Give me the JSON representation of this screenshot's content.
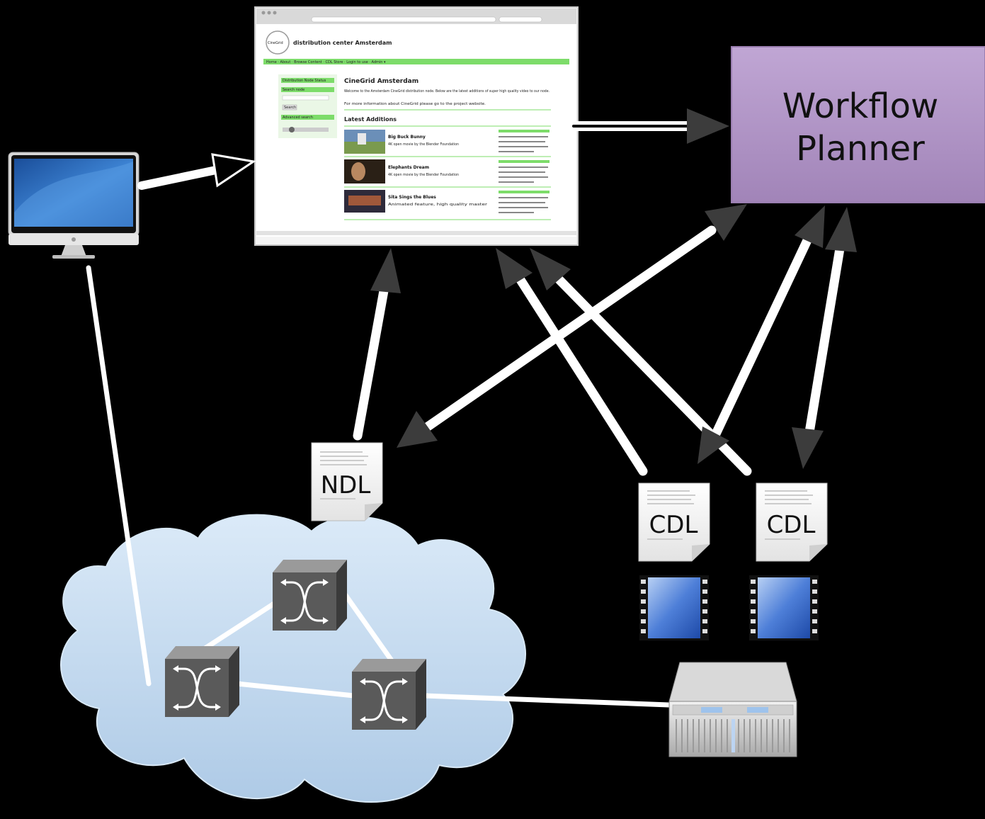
{
  "diagram": {
    "planner_label_line1": "Workflow",
    "planner_label_line2": "Planner",
    "ndl_label": "NDL",
    "cdl_label_1": "CDL",
    "cdl_label_2": "CDL",
    "colors": {
      "background": "#000000",
      "planner_fill": "#b498c8",
      "arrow": "#ffffff",
      "arrow_head": "#3c3c3c",
      "cloud": "#c6dcf0",
      "web_nav_green": "#7ddc6a"
    }
  },
  "webpage": {
    "site_title": "distribution center Amsterdam",
    "logo_text": "CineGrid",
    "nav_text": "Home · About · Browse Content · CDL Store · Login to use · Admin ▾",
    "heading": "CineGrid Amsterdam",
    "intro_text": "Welcome to the Amsterdam CineGrid distribution node. Below are the latest additions of super high quality video to our node.",
    "info_text": "For more information about CineGrid please go to the project website.",
    "latest_heading": "Latest Additions",
    "sidebar_items": [
      "Distribution Node Status",
      "Search node",
      "Search",
      "Advanced search"
    ],
    "items": [
      {
        "title": "Big Buck Bunny",
        "desc": "4K open movie by the Blender Foundation"
      },
      {
        "title": "Elephants Dream",
        "desc": "4K open movie by the Blender Foundation"
      },
      {
        "title": "Sita Sings the Blues",
        "desc": "Animated feature, high quality master"
      }
    ]
  }
}
